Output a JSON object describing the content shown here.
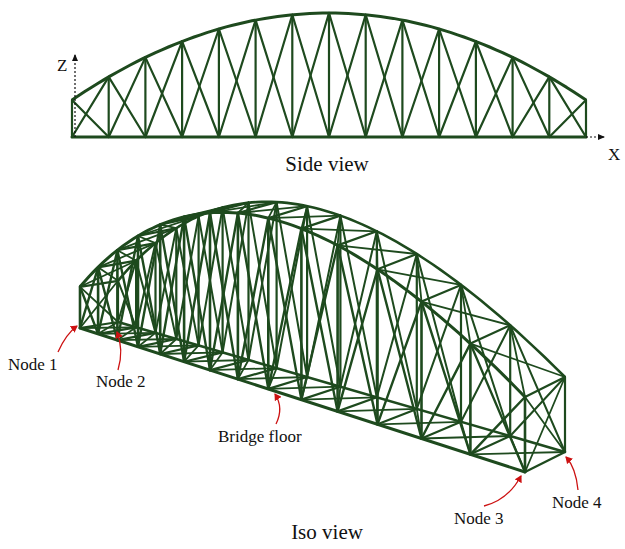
{
  "diagram": {
    "labels": [
      "Z",
      "X",
      "Side view",
      "Node 1",
      "Node 2",
      "Bridge floor",
      "Iso view",
      "Node 3",
      "Node 4"
    ]
  }
}
